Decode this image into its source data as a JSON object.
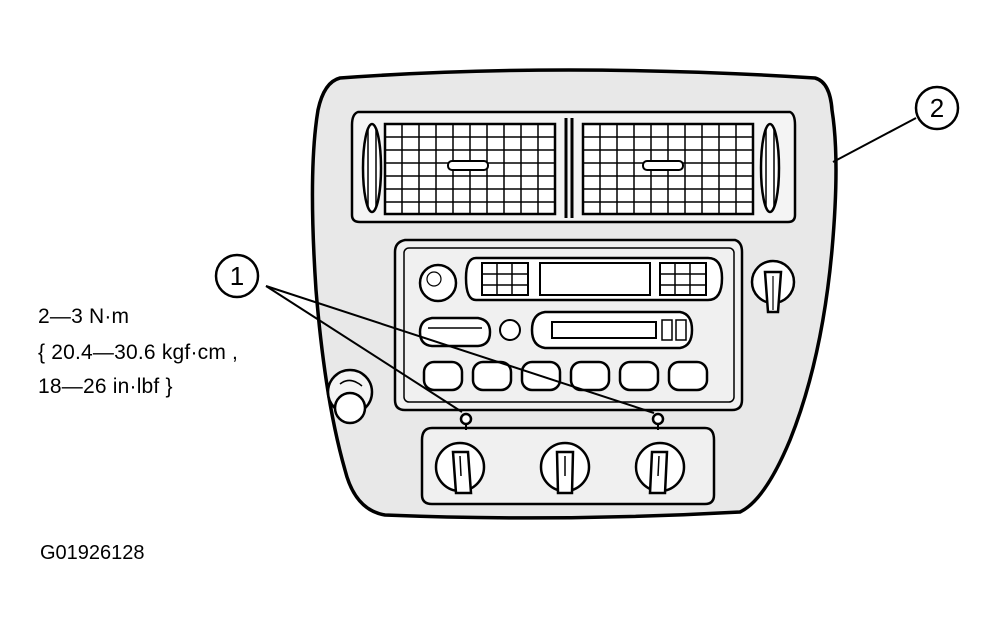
{
  "torque_spec": {
    "line1": "2—3 N·m",
    "line2": "{ 20.4—30.6 kgf·cm ,",
    "line3": "18—26 in·lbf }"
  },
  "callouts": {
    "screws": "1",
    "bezel": "2"
  },
  "figure_id": "G01926128",
  "colors": {
    "line": "#000000",
    "fill": "#ffffff",
    "shade": "#e8e8e8"
  }
}
